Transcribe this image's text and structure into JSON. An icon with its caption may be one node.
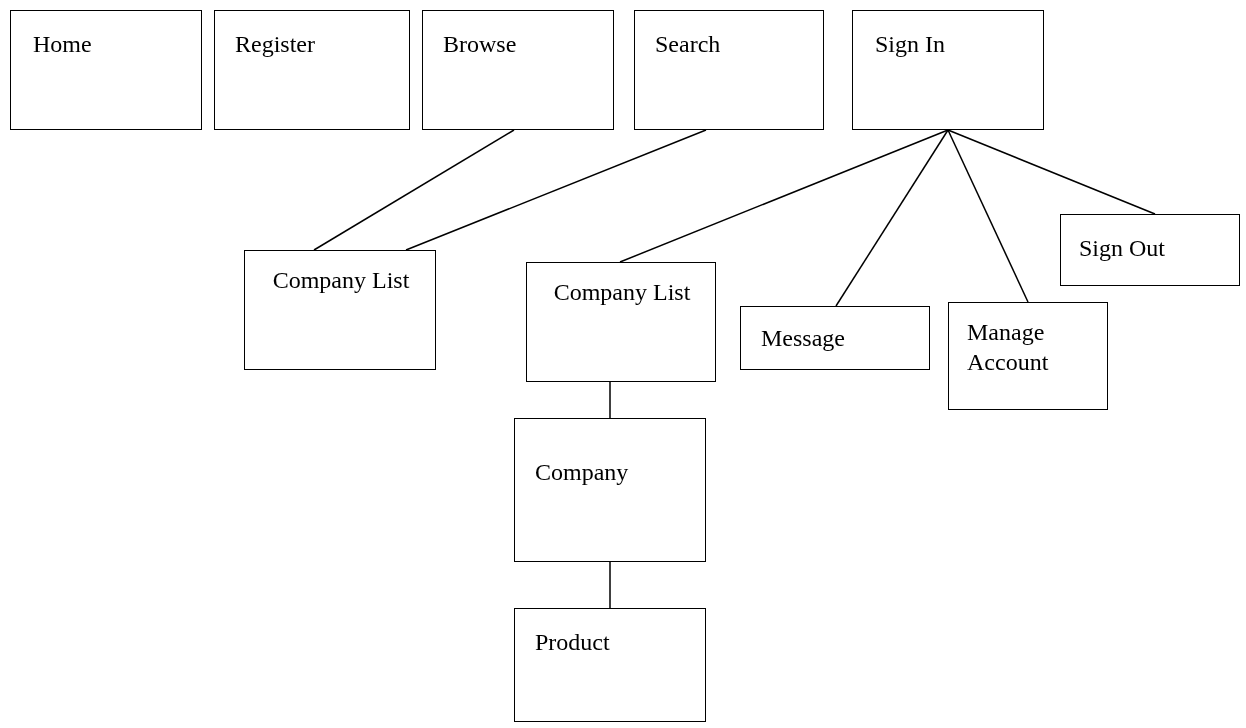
{
  "diagram": {
    "nodes": [
      {
        "text": [
          "Home"
        ]
      },
      {
        "text": [
          "Register"
        ]
      },
      {
        "text": [
          "Browse"
        ]
      },
      {
        "text": [
          "Search"
        ]
      },
      {
        "text": [
          "Sign In"
        ]
      },
      {
        "text": [
          "Company List"
        ]
      },
      {
        "text": [
          "Company List"
        ]
      },
      {
        "text": [
          "Message"
        ]
      },
      {
        "text": [
          "Manage Account"
        ]
      },
      {
        "text": [
          "Sign Out"
        ]
      },
      {
        "text": [
          "Company"
        ]
      },
      {
        "text": [
          "Product"
        ]
      }
    ],
    "edges": [
      {
        "from": 2,
        "to": 5,
        "arrow": "none"
      },
      {
        "from": 3,
        "to": 5,
        "arrow": "none"
      },
      {
        "from": 4,
        "to": 6,
        "arrow": "none"
      },
      {
        "from": 4,
        "to": 7,
        "arrow": "none"
      },
      {
        "from": 4,
        "to": 8,
        "arrow": "none"
      },
      {
        "from": 4,
        "to": 9,
        "arrow": "none"
      },
      {
        "from": 6,
        "to": 10,
        "arrow": "none"
      },
      {
        "from": 10,
        "to": 11,
        "arrow": "none"
      }
    ]
  }
}
